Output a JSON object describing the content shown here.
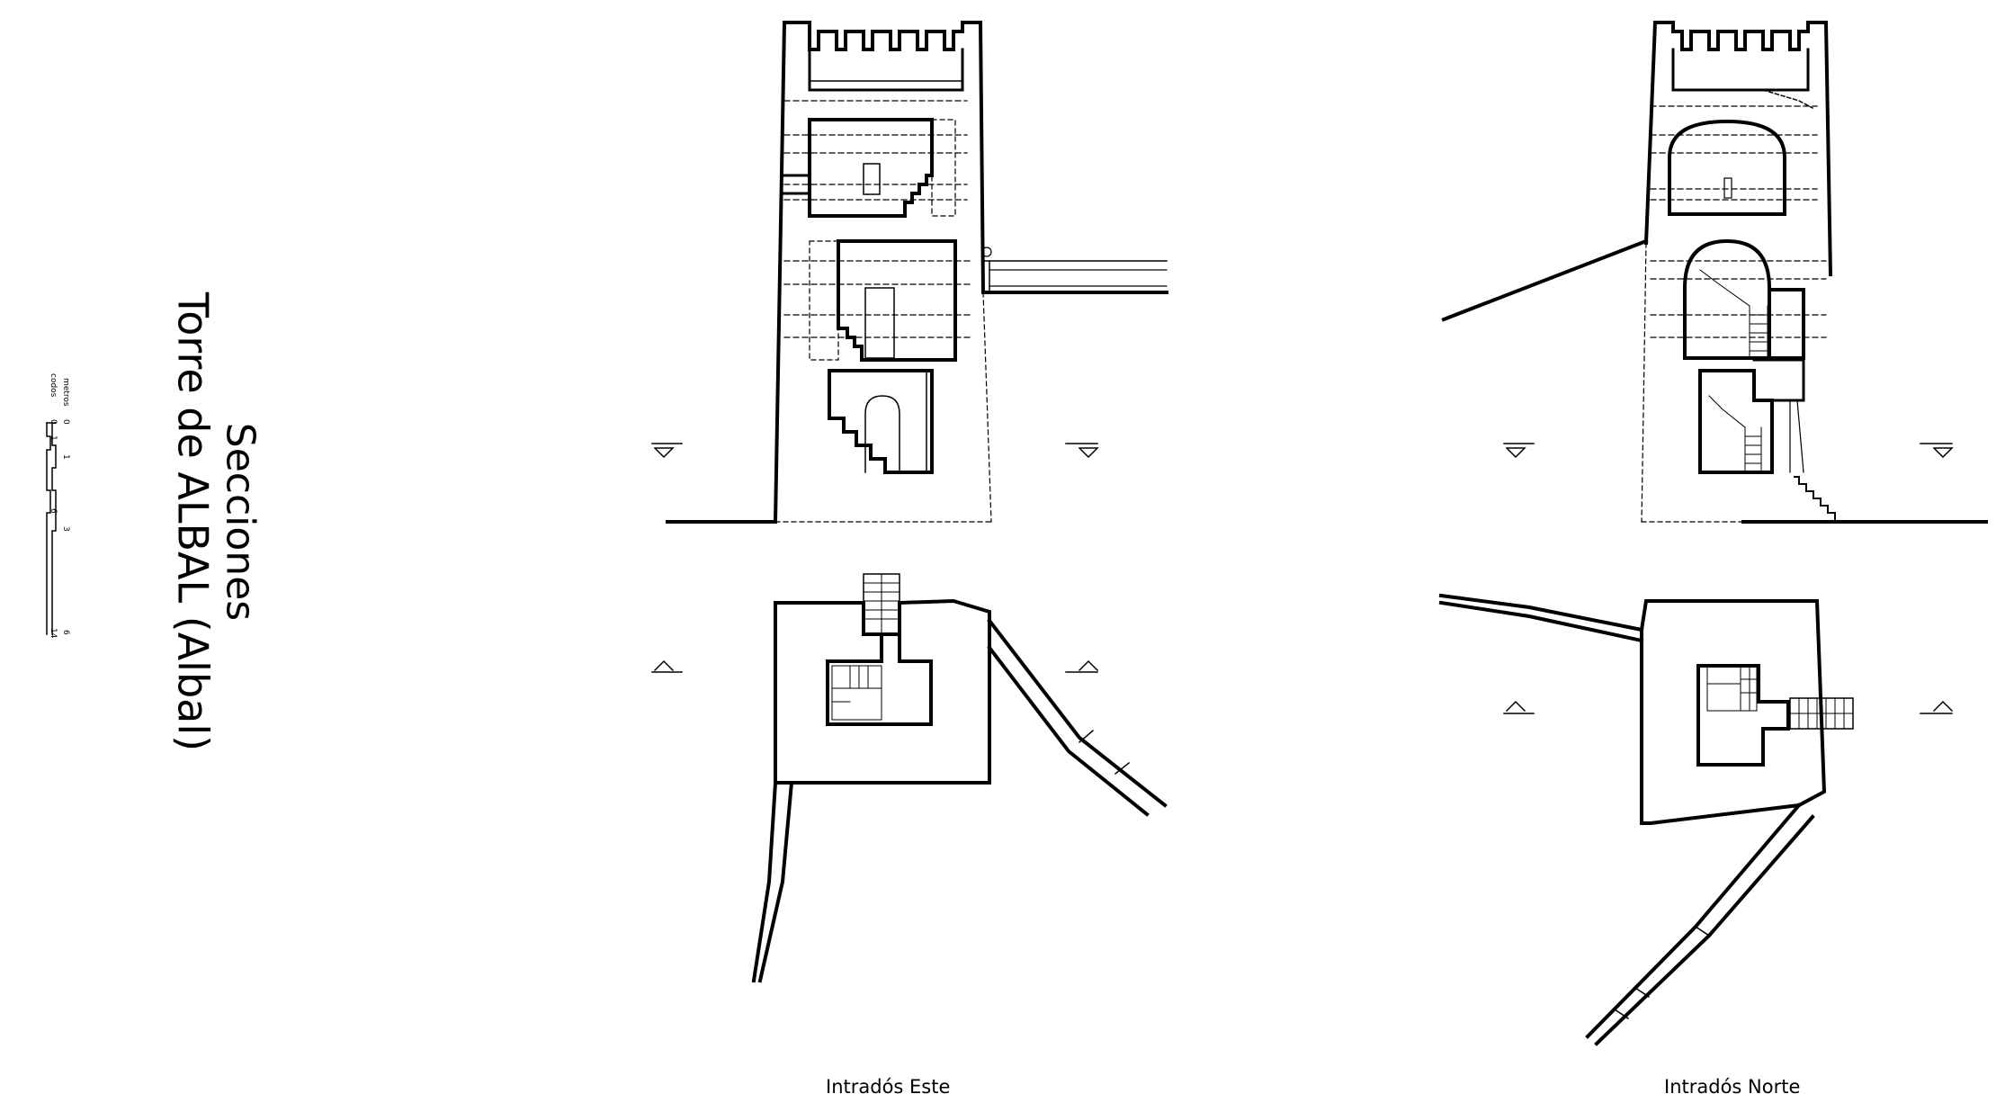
{
  "title": {
    "line1": "Secciones",
    "line2": "Torre de ALBAL (Albal)"
  },
  "captions": {
    "left": "Intradós Este",
    "right": "Intradós Norte"
  },
  "scale": {
    "unit_top": "metros",
    "unit_bottom": "codos",
    "metros_ticks": [
      "0",
      "1",
      "3",
      "6"
    ],
    "codos_ticks": [
      "0",
      "1",
      "6",
      "14"
    ]
  }
}
